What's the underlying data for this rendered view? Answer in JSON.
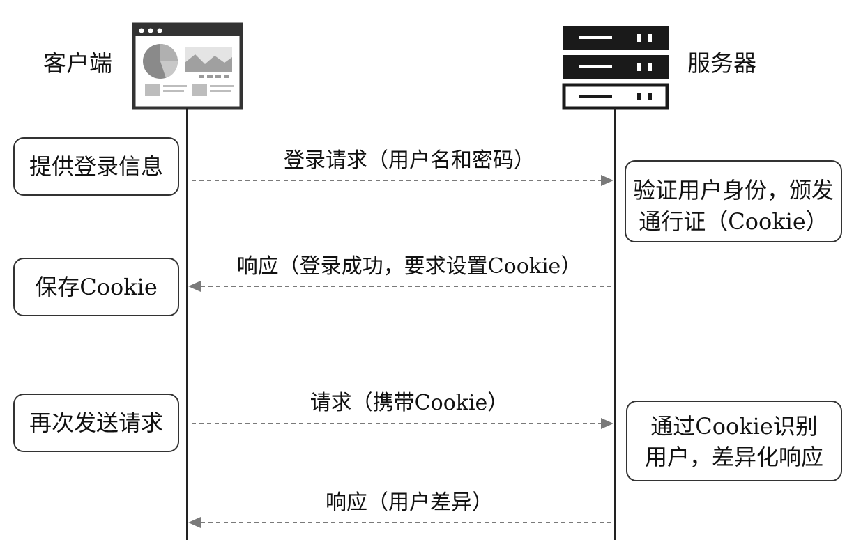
{
  "actors": {
    "client": {
      "label": "客户端"
    },
    "server": {
      "label": "服务器"
    }
  },
  "client_steps": [
    {
      "label": "提供登录信息"
    },
    {
      "label": "保存Cookie"
    },
    {
      "label": "再次发送请求"
    }
  ],
  "server_steps": [
    {
      "lines": [
        "验证用户身份，颁发",
        "通行证（Cookie）"
      ]
    },
    {
      "lines": [
        "通过Cookie识别",
        "用户，差异化响应"
      ]
    }
  ],
  "messages": [
    {
      "label": "登录请求（用户名和密码）",
      "direction": "client-to-server"
    },
    {
      "label": "响应（登录成功，要求设置Cookie）",
      "direction": "server-to-client"
    },
    {
      "label": "请求（携带Cookie）",
      "direction": "client-to-server"
    },
    {
      "label": "响应（用户差异）",
      "direction": "server-to-client"
    }
  ],
  "colors": {
    "arrow": "#7a7a7a",
    "server_rack": "#1a1a1a",
    "browser_frame": "#333333",
    "browser_chart": "#8a8a8a"
  }
}
